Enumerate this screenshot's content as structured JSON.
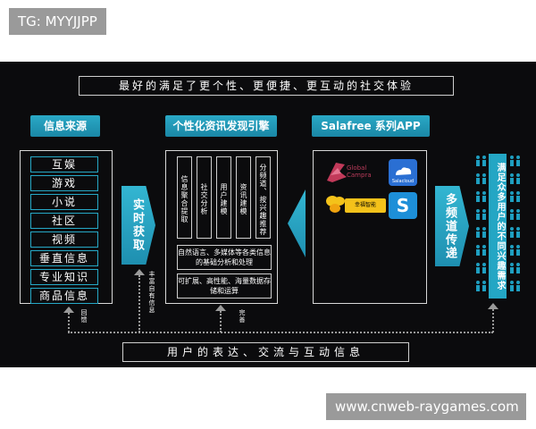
{
  "watermarks": {
    "top_left": "TG: MYYJJPP",
    "bottom_right": "www.cnweb-raygames.com"
  },
  "top_banner": "最好的满足了更个性、更便捷、更互动的社交体验",
  "bottom_banner": "用户的表达、交流与互动信息",
  "sources": {
    "title": "信息来源",
    "items": [
      "互娱",
      "游戏",
      "小说",
      "社区",
      "视频",
      "垂直信息",
      "专业知识",
      "商品信息"
    ]
  },
  "arrow_realtime": "实时获取",
  "label_rich_info": "丰富自有信息",
  "label_feedback": "回馈",
  "label_perfect": "完善",
  "engine": {
    "title": "个性化资讯发现引擎",
    "columns": [
      "信息聚合提取",
      "社交分析",
      "用户建模",
      "资讯建模",
      "分频道、按兴趣推荐"
    ],
    "box1": "自然语言、多媒体等各类信息的基础分析和处理",
    "box2": "可扩展、高性能、海量数据存储和运算"
  },
  "apps": {
    "title": "Salafree 系列APP",
    "logo1": "Global Campra",
    "logo2": "Salacloud",
    "logo3": "幸福智能",
    "logo4_letter": "S"
  },
  "arrow_multichannel": "多频道传递",
  "user_needs": "满足众多用户的不同兴趣需求",
  "colors": {
    "accent": "#24a6c4",
    "panel": "#0b0b0d"
  }
}
